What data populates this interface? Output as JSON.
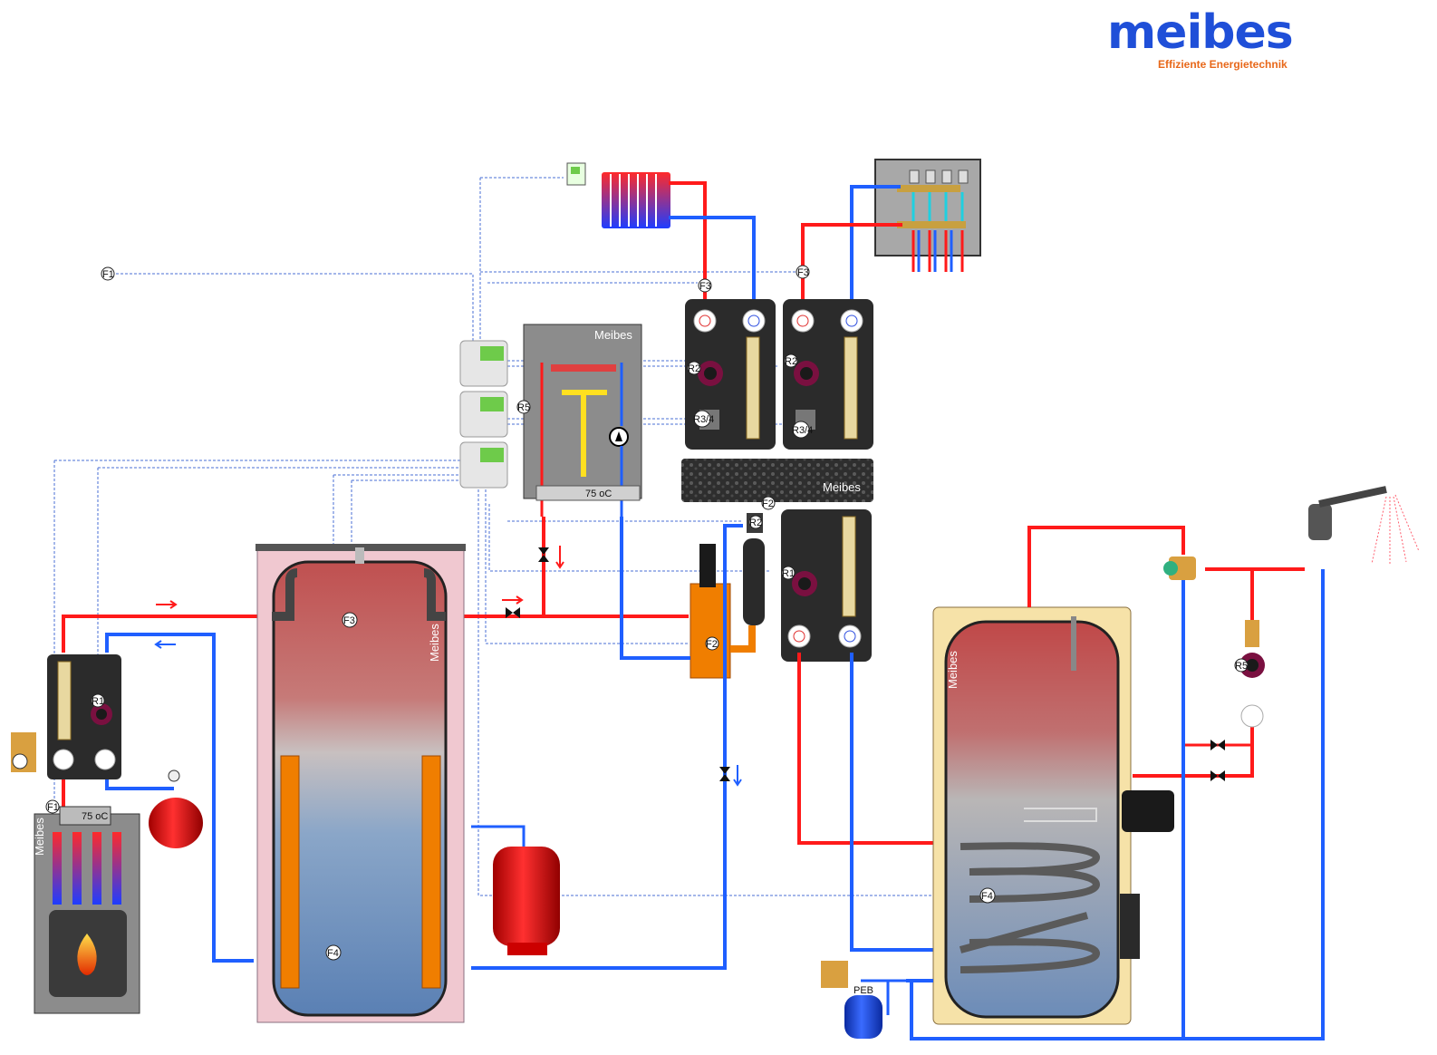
{
  "logo": {
    "wordmark": "meibes",
    "tagline": "Effiziente Energietechnik",
    "colors": {
      "wordmark": "#1f4fd8",
      "tagline": "#e8681a"
    }
  },
  "brand_labels": {
    "boiler": "Meibes",
    "buffer_tank": "Meibes",
    "dhw_tank": "Meibes",
    "manifold": "Meibes",
    "solid_fuel_boiler": "Meibes"
  },
  "sensors": {
    "outdoor": "F1",
    "boiler_sensor": "F1",
    "buffer_top": "F3",
    "buffer_bottom": "F4",
    "dhw": "F4",
    "header_1": "F2",
    "header_2": "F2",
    "circuit_1": "F3",
    "circuit_2": "F3"
  },
  "pumps": {
    "circuit_1": "R2",
    "circuit_2": "R2",
    "mixer_1": "R3/4",
    "mixer_2": "R3/4",
    "boiler_pump": "R2",
    "dhw_group": "R1",
    "solid_group": "R1",
    "circulation": "R5",
    "controller_relay": "R5"
  },
  "device_text": {
    "boiler_display": "75 oC",
    "solid_boiler_display": "75 oC",
    "expansion_vessel_label": "PEB"
  },
  "colors": {
    "supply": "#ff1a1a",
    "return": "#1f5fff",
    "cold_water": "#1f5fff",
    "control_line": "#4a6fd6",
    "insulation": "#2b2b2b"
  }
}
